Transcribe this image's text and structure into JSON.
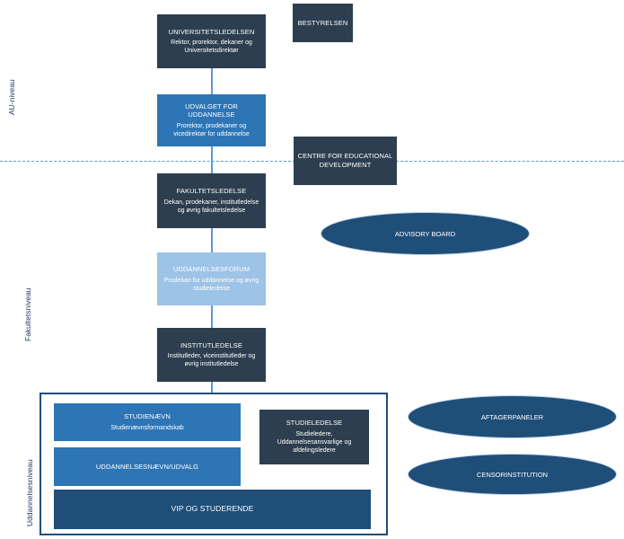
{
  "levels": {
    "au": "AU-niveau",
    "fakultet": "Fakultetsniveau",
    "uddannelse": "Uddannelsesniveau"
  },
  "boxes": {
    "universitetsledelsen": {
      "title": "UNIVERSITETSLEDELSEN",
      "sub": "Rektor, prorektor, dekaner og Universitetsdirektør"
    },
    "bestyrelsen": {
      "title": "BESTYRELSEN"
    },
    "udvalget": {
      "title": "UDVALGET FOR UDDANNELSE",
      "sub": "Prorektor, prodekaner og vicedirektør for uddannelse"
    },
    "ced": {
      "title": "CENTRE FOR EDUCATIONAL DEVELOPMENT"
    },
    "fakultetsledelse": {
      "title": "FAKULTETSLEDELSE",
      "sub": "Dekan, prodekaner, institutledelse og øvrig fakultetsledelse"
    },
    "forum": {
      "title": "UDDANNELSESFORUM",
      "sub": "Prodekan for uddannelse og øvrig studieledelse"
    },
    "institutledelse": {
      "title": "INSTITUTLEDELSE",
      "sub": "Institutleder, viceinstitutleder og øvrig institutledelse"
    },
    "studienaevn": {
      "title": "STUDIENÆVN",
      "sub": "Studienævnsformandskab"
    },
    "udvalg": {
      "title": "UDDANNELSESNÆVN/UDVALG"
    },
    "studieledelse": {
      "title": "STUDIELEDELSE",
      "sub": "Studieledere, Uddannelsesansvarlige og afdelingsledere"
    },
    "vip": {
      "title": "VIP OG STUDERENDE"
    }
  },
  "ellipses": {
    "advisory": "ADVISORY BOARD",
    "aftager": "AFTAGERPANELER",
    "censor": "CENSORINSTITUTION"
  },
  "colors": {
    "dark": "#2d3e50",
    "blue": "#2e75b6",
    "light": "#9dc3e6",
    "navy": "#1f4e79"
  }
}
